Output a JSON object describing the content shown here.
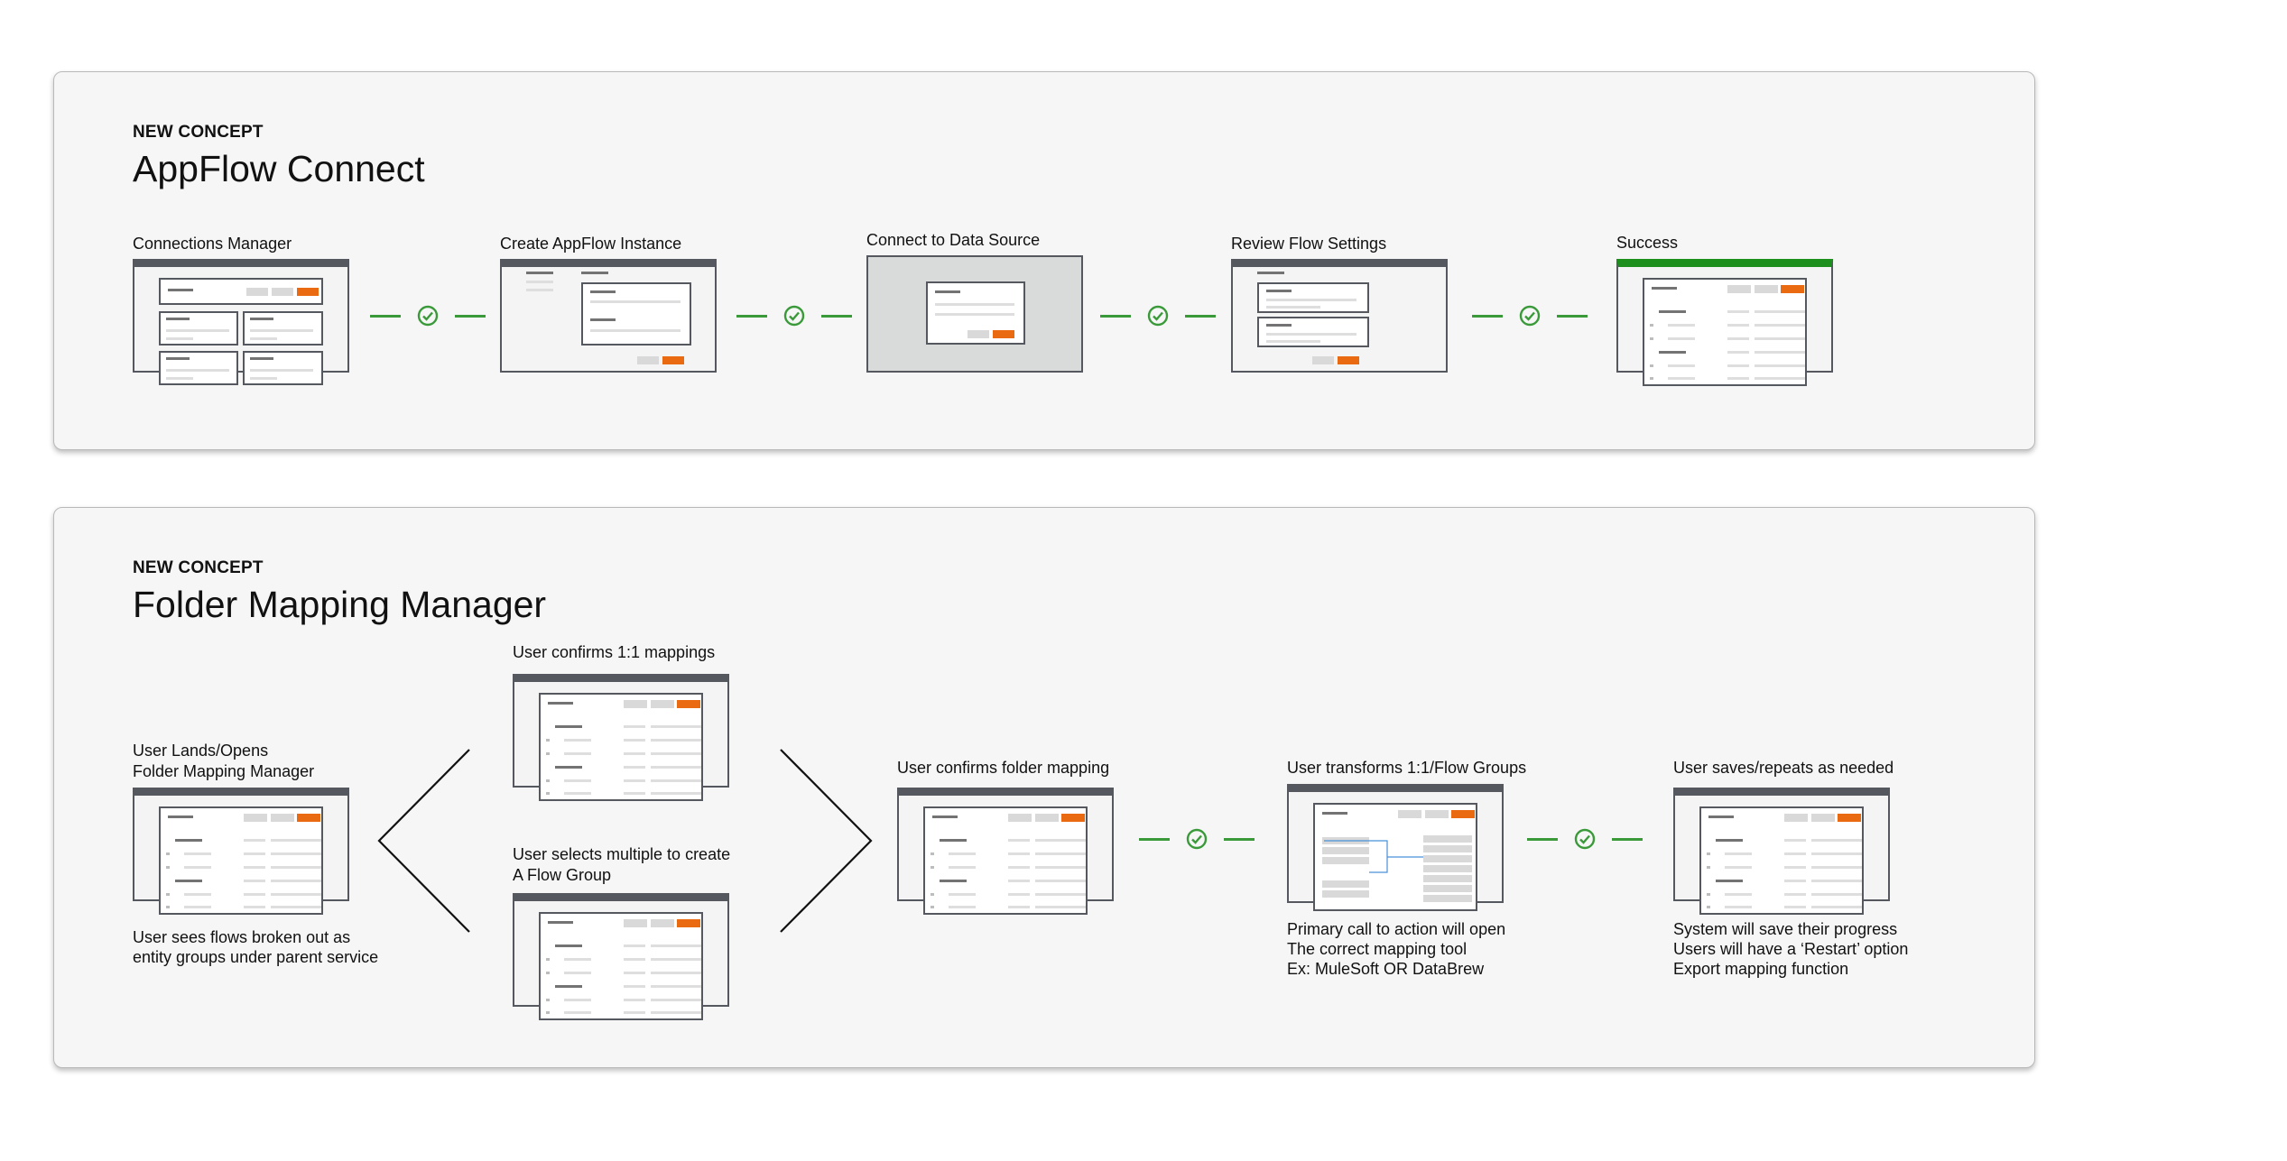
{
  "colors": {
    "accent_orange": "#ea6a12",
    "success_green": "#1d8f1d",
    "check_green": "#3a9a3a",
    "panel_bg": "#f6f6f6",
    "frame_gray": "#55595f"
  },
  "icons": {
    "connector": "check-circle-icon"
  },
  "section1": {
    "kicker": "NEW CONCEPT",
    "title": "AppFlow Connect",
    "steps": [
      {
        "label": "Connections Manager"
      },
      {
        "label": "Create AppFlow Instance"
      },
      {
        "label": "Connect to Data Source"
      },
      {
        "label": "Review Flow Settings"
      },
      {
        "label": "Success"
      }
    ]
  },
  "section2": {
    "kicker": "NEW CONCEPT",
    "title": "Folder Mapping Manager",
    "start": {
      "label_line1": "User Lands/Opens",
      "label_line2": "Folder Mapping Manager",
      "note_line1": "User sees flows broken out as",
      "note_line2": "entity groups under parent service"
    },
    "branch_top": {
      "label": "User confirms 1:1 mappings"
    },
    "branch_bottom": {
      "label_line1": "User selects multiple to create",
      "label_line2": "A Flow Group"
    },
    "confirm": {
      "label": "User confirms folder mapping"
    },
    "transform": {
      "label": "User transforms 1:1/Flow Groups",
      "note_line1": "Primary call to action will open",
      "note_line2": "The correct mapping tool",
      "note_line3": "Ex: MuleSoft OR DataBrew"
    },
    "save": {
      "label": "User saves/repeats as needed",
      "note_line1": "System will save their progress",
      "note_line2": "Users will have a ‘Restart’ option",
      "note_line3": "Export mapping function"
    }
  }
}
